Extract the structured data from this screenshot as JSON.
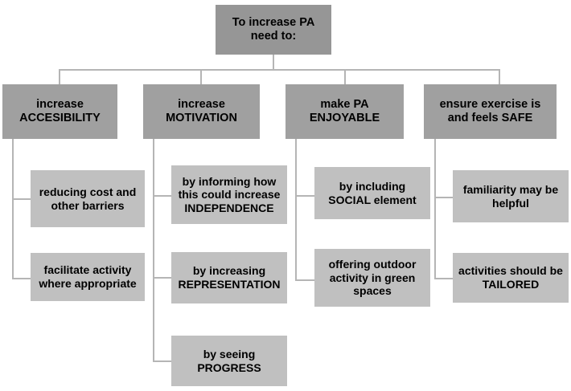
{
  "diagram": {
    "title_node": {
      "label": "To increase PA\nneed to:"
    },
    "branches": [
      {
        "header": "increase\nACCESIBILITY",
        "leaves": [
          "reducing cost and\nother barriers",
          "facilitate activity\nwhere appropriate"
        ]
      },
      {
        "header": "increase\nMOTIVATION",
        "leaves": [
          "by informing how\nthis could increase\nINDEPENDENCE",
          "by increasing\nREPRESENTATION",
          "by seeing\nPROGRESS"
        ]
      },
      {
        "header": "make PA\nENJOYABLE",
        "leaves": [
          "by including\nSOCIAL element",
          "offering outdoor\nactivity in green\nspaces"
        ]
      },
      {
        "header": "ensure exercise is\nand feels SAFE",
        "leaves": [
          "familiarity may be\nhelpful",
          "activities should be\nTAILORED"
        ]
      }
    ],
    "colors": {
      "root_fill": "#969696",
      "header_fill": "#a0a0a0",
      "leaf_fill": "#c0c0c0",
      "connector": "#b5b5b5",
      "text": "#000000",
      "background": "#ffffff"
    }
  }
}
